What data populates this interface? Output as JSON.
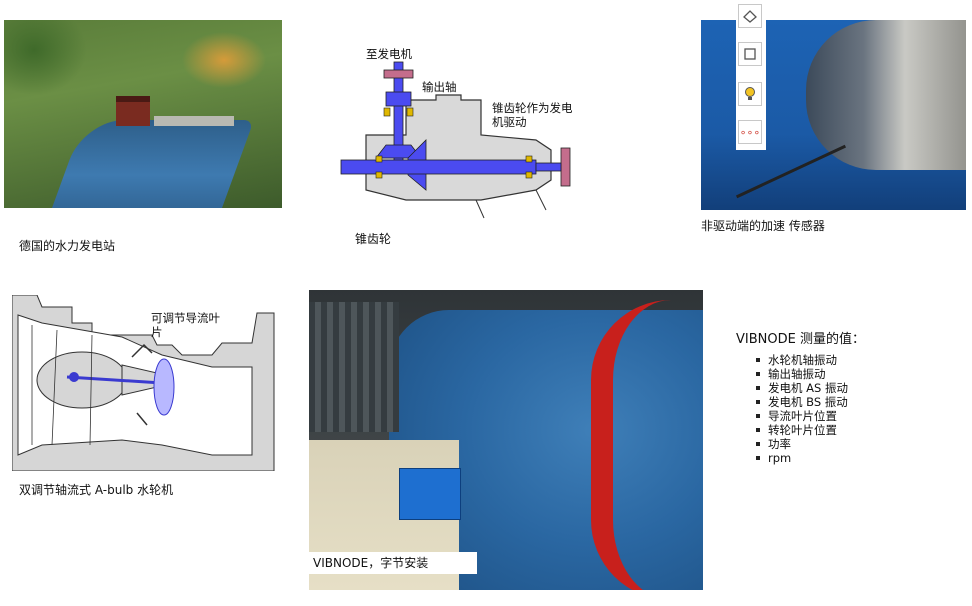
{
  "panels": {
    "hydro_plant": {
      "caption": "德国的水力发电站"
    },
    "bevel_gear": {
      "label_to_generator": "至发电机",
      "label_output_shaft": "输出轴",
      "label_drive": "锥齿轮作为发电\n机驱动",
      "label_drive_line1": "锥齿轮作为发电",
      "label_drive_line2": "机驱动",
      "caption": "锥齿轮"
    },
    "sensor_photo": {
      "caption": "非驱动端的加速 传感器",
      "toolbar_icons": [
        "shape-icon",
        "frame-icon",
        "bulb-icon",
        "more-icon"
      ]
    },
    "turbine": {
      "label_guide_vane_line1": "可调节导流叶",
      "label_guide_vane_line2": "片",
      "caption": "双调节轴流式 A-bulb 水轮机"
    },
    "vibnode_photo": {
      "caption": "VIBNODE，字节安装"
    },
    "measurements": {
      "title": "VIBNODE 测量的值：",
      "items": [
        "水轮机轴振动",
        "输出轴振动",
        "发电机 AS 振动",
        "发电机 BS 振动",
        "导流叶片位置",
        "转轮叶片位置",
        "功率",
        "rpm"
      ]
    }
  },
  "colors": {
    "shaft_blue": "#4b4bf0",
    "flange_pink": "#c46d8c",
    "housing_gray": "#d9d9d9",
    "bearing_yellow": "#e0b800",
    "turbine_blue": "#3a3ad0",
    "vibnode_blue": "#1e6fd0",
    "flange_red": "#c8201c"
  }
}
